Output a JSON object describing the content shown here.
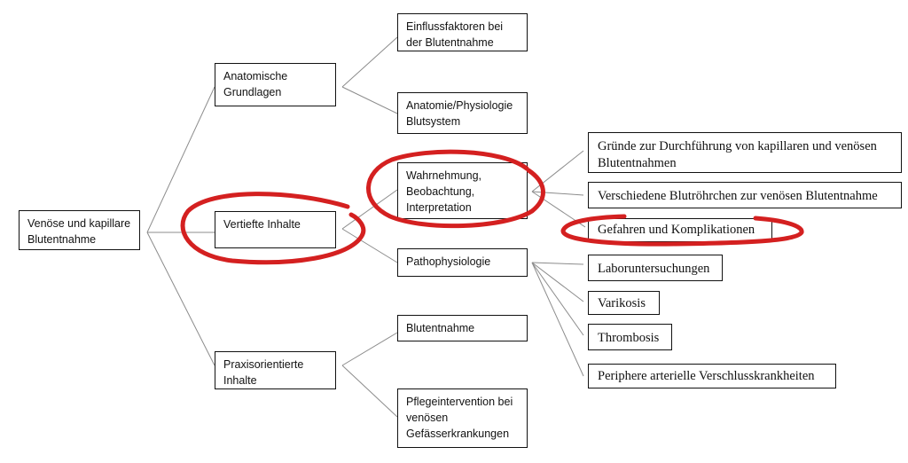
{
  "diagram": {
    "nodes": {
      "root": "Venöse und kapillare Blutentnahme",
      "anatomische_grundlagen": "Anatomische Grundlagen",
      "vertiefte_inhalte": "Vertiefte Inhalte",
      "praxisorientierte_inhalte": "Praxisorientierte Inhalte",
      "einflussfaktoren": "Einflussfaktoren bei der Blutentnahme",
      "anatomie_physiologie": "Anatomie/Physiologie Blutsystem",
      "wahrnehmung": "Wahrnehmung, Beobachtung, Interpretation",
      "pathophysiologie": "Pathophysiologie",
      "blutentnahme": "Blutentnahme",
      "pflegeintervention": "Pflegeintervention bei venösen Gefässerkrankungen",
      "gruende": "Gründe zur Durchführung von kapillaren und venösen Blutentnahmen",
      "blutroehrchen": "Verschiedene Blutröhrchen zur venösen Blutentnahme",
      "gefahren": "Gefahren und Komplikationen",
      "laboruntersuchungen": "Laboruntersuchungen",
      "varikosis": "Varikosis",
      "thrombosis": "Thrombosis",
      "periphere": "Periphere arterielle Verschlusskrankheiten"
    },
    "highlighted": [
      "Vertiefte Inhalte",
      "Wahrnehmung, Beobachtung, Interpretation",
      "Gefahren und Komplikationen"
    ],
    "highlight_color": "#d42020",
    "connector_color": "#8c8c8c"
  }
}
